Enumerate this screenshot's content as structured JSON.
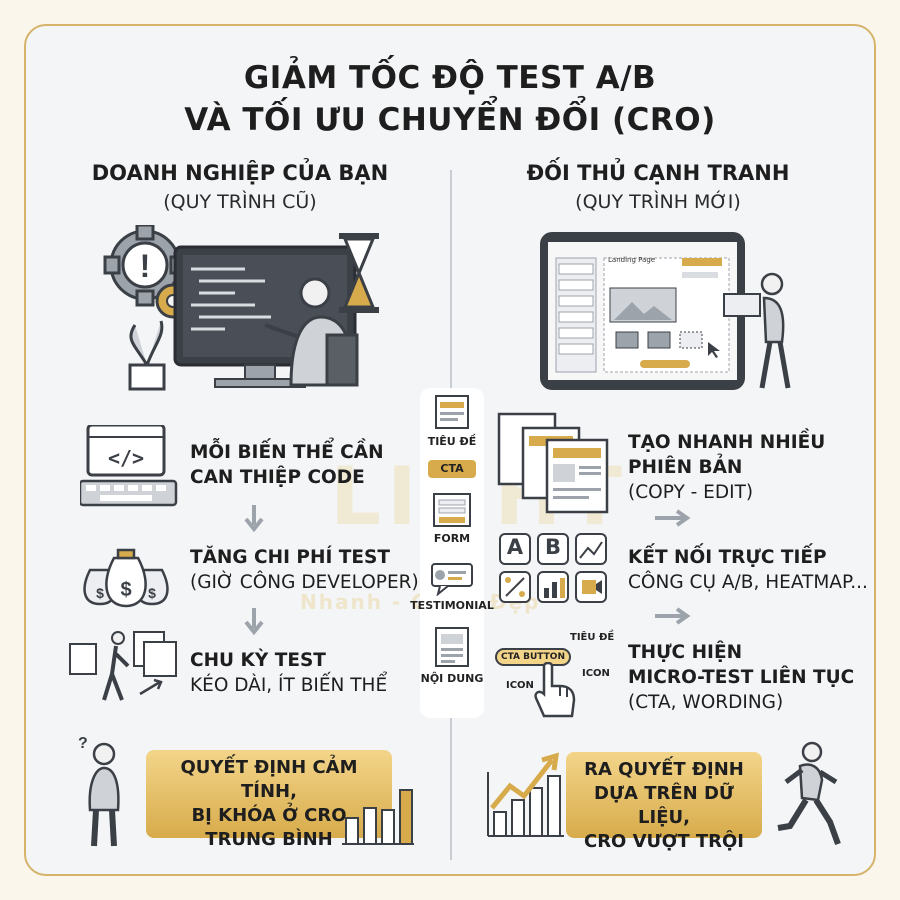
{
  "title": {
    "line1": "GIẢM TỐC ĐỘ TEST A/B",
    "line2": "VÀ TỐI ƯU CHUYỂN ĐỔI (CRO)"
  },
  "left": {
    "heading": "DOANH NGHIỆP CỦA BẠN",
    "sub": "(QUY TRÌNH CŨ)",
    "item1": {
      "line1": "MỖI BIẾN THỂ CẦN",
      "line2": "CAN THIỆP CODE"
    },
    "item2": {
      "line1": "TĂNG CHI PHÍ TEST",
      "line2": "(GIỜ CÔNG DEVELOPER)"
    },
    "item3": {
      "line1": "CHU KỲ TEST",
      "line2": "KÉO DÀI, ÍT BIẾN THỂ"
    },
    "result": {
      "line1": "QUYẾT ĐỊNH CẢM TÍNH,",
      "line2": "BỊ KHÓA Ở CRO",
      "line3": "TRUNG BÌNH"
    }
  },
  "right": {
    "heading": "ĐỐI THỦ CẠNH TRANH",
    "sub": "(QUY TRÌNH MỚI)",
    "item1": {
      "line1": "TẠO NHANH NHIỀU",
      "line2": "PHIÊN BẢN",
      "line3": "(COPY - EDIT)"
    },
    "item2": {
      "line1": "KẾT NỐI TRỰC TIẾP",
      "line2": "CÔNG CỤ A/B, HEATMAP..."
    },
    "item3": {
      "line1": "THỰC HIỆN",
      "line2": "MICRO-TEST LIÊN TỤC",
      "line3": "(CTA, WORDING)"
    },
    "result": {
      "line1": "RA QUYẾT ĐỊNH",
      "line2": "DỰA TRÊN DỮ LIỆU,",
      "line3": "CRO VƯỢT TRỘI"
    },
    "micro_labels": {
      "cta_button": "CTA BUTTON",
      "title": "TIÊU ĐỀ",
      "icon_left": "ICON",
      "icon_right": "ICON"
    },
    "screen": {
      "landing_title": "Landing Page"
    },
    "tiles": {
      "a": "A",
      "b": "B"
    }
  },
  "center": {
    "block1": "TIÊU ĐỀ",
    "block2": "CTA",
    "block3": "FORM",
    "block4": "TESTIMONIAL",
    "block5": "NỘI DUNG"
  },
  "watermark": {
    "brand": "LIGHT",
    "tagline": "Nhanh - Gọn - Đẹp"
  },
  "colors": {
    "gold": "#d7ab4b",
    "border": "#d6b36a",
    "dark": "#3b3f46"
  }
}
